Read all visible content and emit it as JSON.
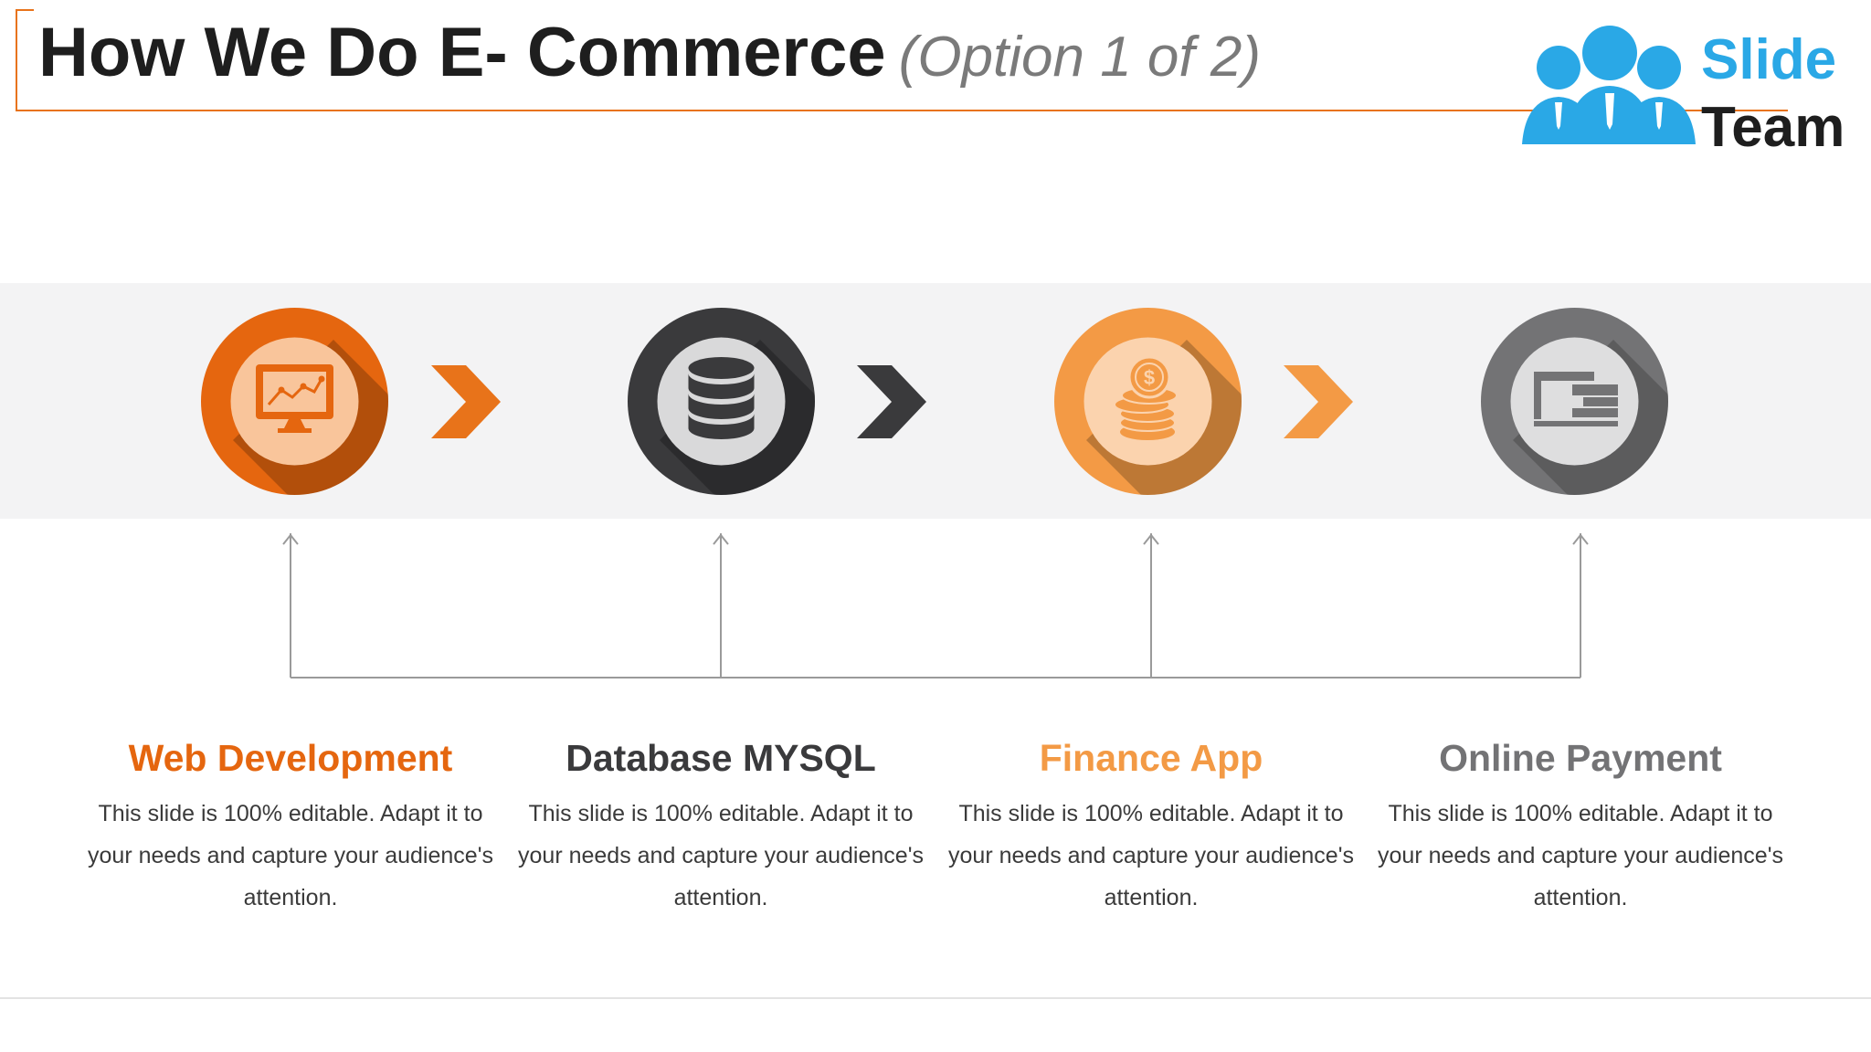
{
  "header": {
    "title": "How We Do E- Commerce",
    "subtitle": "(Option 1 of 2)"
  },
  "logo": {
    "line1": "Slide",
    "line2": "Team"
  },
  "colors": {
    "accent": "#E8731A",
    "orange_dark": "#E5660F",
    "charcoal": "#3A3A3C",
    "orange_light": "#F39A45",
    "gray": "#737375",
    "logo_blue": "#2AA8E6"
  },
  "steps": [
    {
      "icon": "monitor-chart-icon",
      "title": "Web Development",
      "text": "This slide is 100% editable. Adapt it to your needs and capture your audience's attention."
    },
    {
      "icon": "database-icon",
      "title": "Database MYSQL",
      "text": "This slide is 100% editable. Adapt it to your needs and capture your audience's attention."
    },
    {
      "icon": "coins-icon",
      "title": "Finance App",
      "text": "This slide is 100% editable. Adapt it to your needs and capture your audience's attention."
    },
    {
      "icon": "payment-card-icon",
      "title": "Online Payment",
      "text": "This slide is 100% editable. Adapt it to your needs and capture your audience's attention."
    }
  ]
}
